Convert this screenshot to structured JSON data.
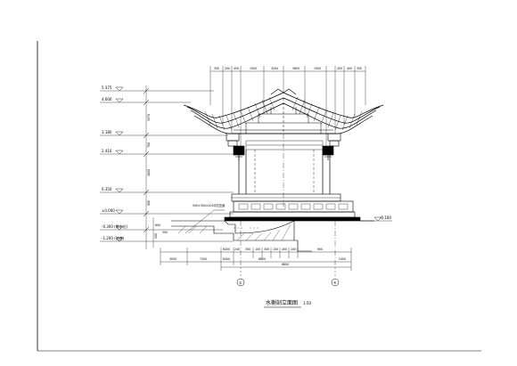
{
  "drawing": {
    "title": "水榭剖立面图",
    "scale": "1:50",
    "top_dims": [
      "350",
      "200",
      "450",
      "1900",
      "3200",
      "3600",
      "1900",
      "450",
      "400",
      "350"
    ],
    "bottom_dims_row1": [
      "6400",
      "240",
      "300",
      "100",
      "300",
      "100",
      "400",
      "100",
      "900"
    ],
    "bottom_dims_row2": [
      "3000",
      "7200",
      "6400",
      "6800",
      "2400"
    ],
    "overall_dim": "6800",
    "height_dims": [
      "1970",
      "780",
      "1600",
      "900",
      "100"
    ],
    "levels": [
      "5.375",
      "4.600",
      "3.180",
      "2.410",
      "0.350",
      "±0.000",
      "-0.300 (常水位)",
      "-1.200 (池底)"
    ],
    "left_levels": [
      "600",
      "300"
    ],
    "right_level": "-0.100",
    "note": "500×300×200青石压面",
    "axes": [
      "①",
      "④"
    ]
  }
}
